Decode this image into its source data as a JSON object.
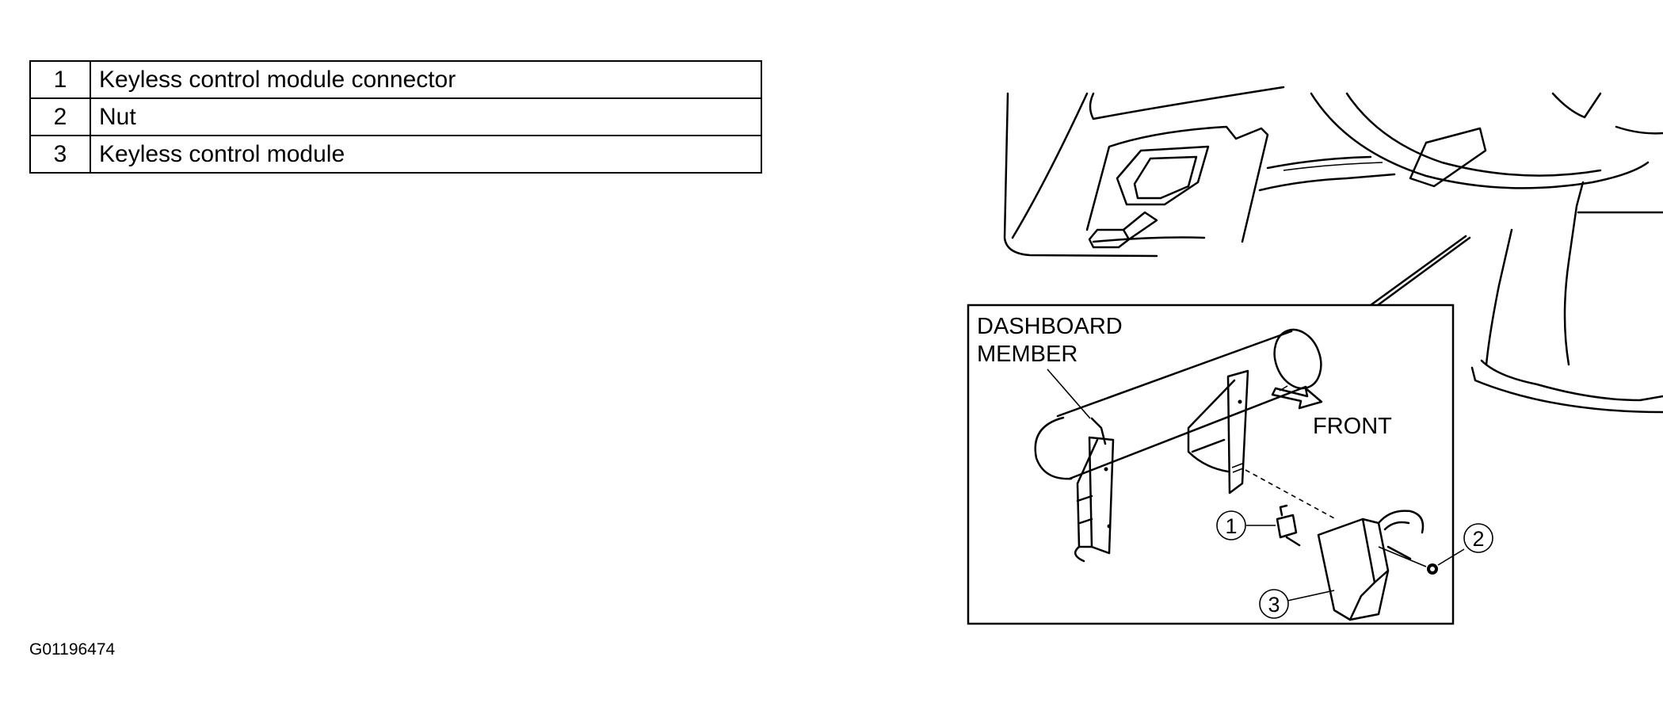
{
  "legend": [
    {
      "number": "1",
      "description": "Keyless control module connector"
    },
    {
      "number": "2",
      "description": "Nut"
    },
    {
      "number": "3",
      "description": "Keyless control module"
    }
  ],
  "figure_id": "G01196474",
  "labels": {
    "dashboard_member_line1": "DASHBOARD",
    "dashboard_member_line2": "MEMBER",
    "front": "FRONT"
  },
  "callouts": {
    "connector": "1",
    "nut": "2",
    "module": "3"
  }
}
